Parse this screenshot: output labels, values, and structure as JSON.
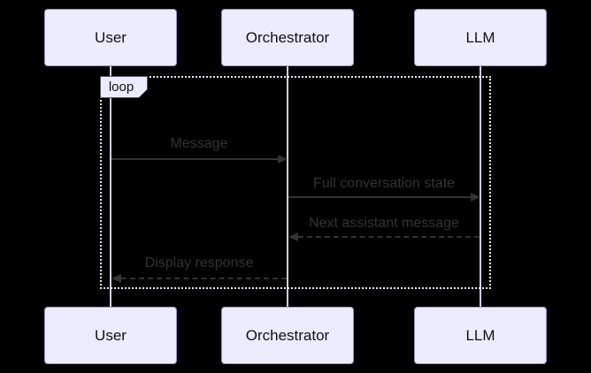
{
  "actors": [
    {
      "label": "User"
    },
    {
      "label": "Orchestrator"
    },
    {
      "label": "LLM"
    }
  ],
  "loop": {
    "label": "loop"
  },
  "messages": [
    {
      "label": "Message",
      "from": "User",
      "to": "Orchestrator",
      "line": "solid",
      "direction": "right"
    },
    {
      "label": "Full conversation state",
      "from": "Orchestrator",
      "to": "LLM",
      "line": "solid",
      "direction": "right"
    },
    {
      "label": "Next assistant message",
      "from": "LLM",
      "to": "Orchestrator",
      "line": "dashed",
      "direction": "left"
    },
    {
      "label": "Display response",
      "from": "Orchestrator",
      "to": "User",
      "line": "dashed",
      "direction": "left"
    }
  ],
  "colors": {
    "background": "#000000",
    "actor_fill": "#ECECFF",
    "actor_border": "#9a90c4",
    "lifeline": "#d5cbec",
    "loop_border": "#ebe5f7",
    "message": "#333333"
  }
}
